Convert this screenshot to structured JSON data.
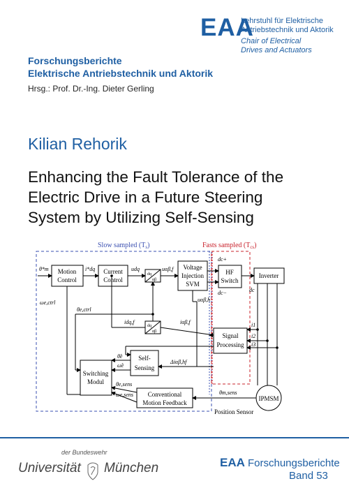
{
  "header": {
    "logo_text": "EAA",
    "chair_de_line1": "Lehrstuhl für Elektrische",
    "chair_de_line2": "Antriebstechnik und Aktorik",
    "chair_en_line1": "Chair of Electrical",
    "chair_en_line2": "Drives and Actuators"
  },
  "series": {
    "line1": "Forschungsberichte",
    "line2": "Elektrische Antriebstechnik und Aktorik",
    "editor": "Hrsg.: Prof. Dr.-Ing. Dieter Gerling"
  },
  "author": "Kilian Rehorik",
  "title": {
    "line1": "Enhancing the Fault Tolerance of the",
    "line2": "Electric Drive in a Future Steering",
    "line3": "System by Utilizing Self-Sensing"
  },
  "diagram": {
    "slow_label": "Slow sampled (T",
    "slow_sub": "s",
    "fast_label": "Fasts sampled (T",
    "fast_sub": "cs",
    "blocks": {
      "motion_control_1": "Motion",
      "motion_control_2": "Control",
      "current_control_1": "Current",
      "current_control_2": "Control",
      "voltage_1": "Voltage",
      "voltage_2": "Injection",
      "voltage_3": "SVM",
      "hf_1": "HF",
      "hf_2": "Switch",
      "inverter": "Inverter",
      "signal_1": "Signal",
      "signal_2": "Processing",
      "self_1": "Self-",
      "self_2": "Sensing",
      "switching_1": "Switching",
      "switching_2": "Modul",
      "conv_1": "Conventional",
      "conv_2": "Motion Feedback",
      "ipmsm": "IPMSM",
      "position_sensor": "Position Sensor",
      "dq_top": "dq",
      "ab_top": "αβ",
      "dq_mid": "dq",
      "ab_mid": "αβ"
    },
    "signals": {
      "theta_m_star": "θ*m",
      "i_dq_star": "i*dq",
      "u_dq": "udq",
      "u_ab_f": "uαβ,f",
      "u_ab_h": "uαβ,h",
      "dc_plus": "dc+",
      "dc_minus": "dc−",
      "dc": "dc",
      "omega_e_ctrl": "ωe,ctrl",
      "theta_e_ctrl": "θe,ctrl",
      "i_dq_f": "idq,f",
      "i_ab_f": "iαβ,f",
      "i1": "i1",
      "i2": "i2",
      "i3": "i3",
      "theta_hat": "θ̂e",
      "omega_hat": "ω̂e",
      "delta_i": "Δiαβ,hf",
      "theta_sens": "θe,sens",
      "omega_sens": "ωe,sens",
      "theta_m_sens": "θm,sens"
    }
  },
  "footer": {
    "uni_small": "der Bundeswehr",
    "uni_name": "Universität",
    "uni_city": "München",
    "eaa": "EAA",
    "series": "Forschungsberichte",
    "band": "Band 53"
  },
  "colors": {
    "brand_blue": "#1f5fa3",
    "slow_dash": "#3a4fb0",
    "fast_dash": "#c8202a"
  }
}
